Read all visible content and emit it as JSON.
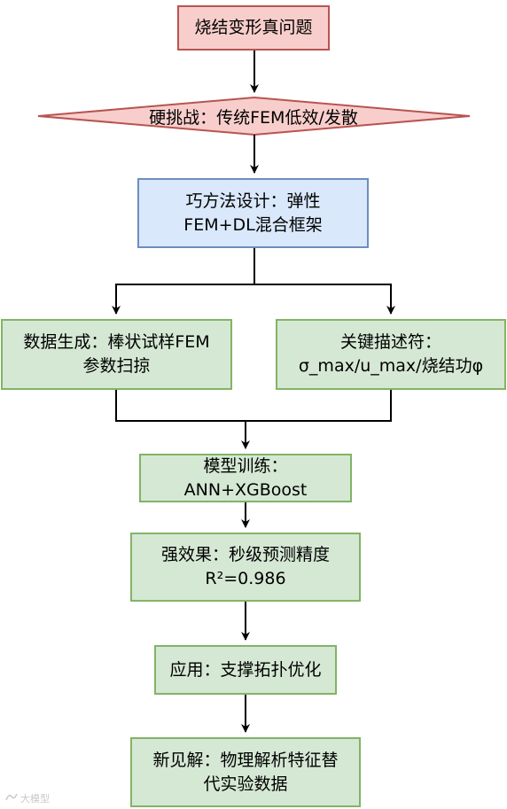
{
  "nodes": {
    "problem": {
      "text": "烧结变形真问题"
    },
    "challenge": {
      "text": "硬挑战：传统FEM低效/发散"
    },
    "method": {
      "line1": "巧方法设计：弹性",
      "line2": "FEM+DL混合框架"
    },
    "data_gen": {
      "line1": "数据生成：棒状试样FEM",
      "line2": "参数扫掠"
    },
    "descriptors": {
      "line1": "关键描述符：",
      "line2": "σ_max/u_max/烧结功φ"
    },
    "training": {
      "line1": "模型训练：",
      "line2": "ANN+XGBoost"
    },
    "effect": {
      "line1": "强效果：秒级预测精度",
      "line2": "R²=0.986"
    },
    "application": {
      "text": "应用：支撑拓扑优化"
    },
    "insight": {
      "line1": "新见解：物理解析特征替",
      "line2": "代实验数据"
    }
  },
  "colors": {
    "red_fill": "#f8cecc",
    "red_stroke": "#b85450",
    "blue_fill": "#dae8fc",
    "blue_stroke": "#6c8ebf",
    "green_fill": "#d5e8d4",
    "green_stroke": "#82b366",
    "edge": "#000000"
  },
  "watermark": {
    "text": "大模型"
  }
}
